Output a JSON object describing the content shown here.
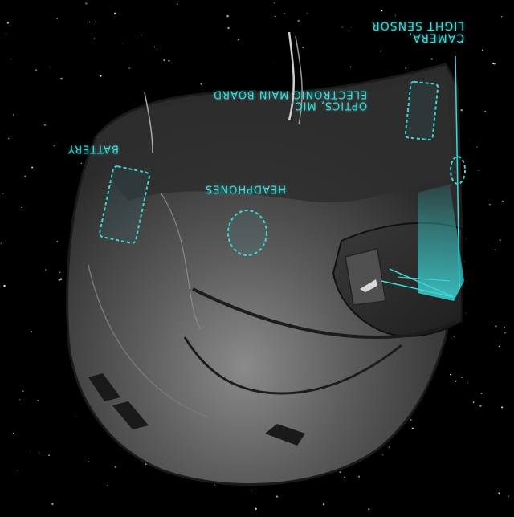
{
  "colors": {
    "background": "#000000",
    "accent": "#3fd6d6",
    "helmet": "#5a5a5a",
    "helmet_dark": "#2a2a2a"
  },
  "labels": {
    "camera": "CAMERA,",
    "light_sensor": "LIGHT SENSOR",
    "optics_line1": "OPTICS, MIC,",
    "optics_line2": "ELECTRONIC MAIN BOARD",
    "battery": "BATTERY",
    "headphones": "HEADPHONES"
  }
}
